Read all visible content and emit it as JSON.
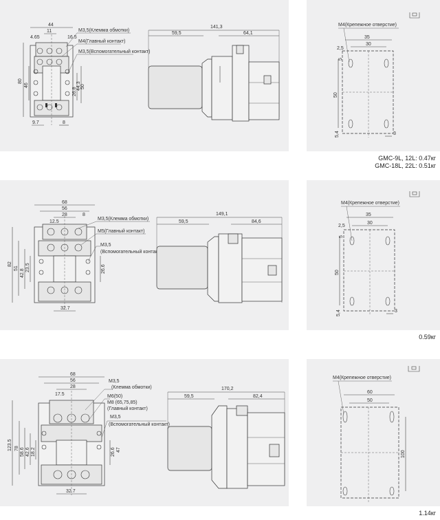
{
  "rows": [
    {
      "front": {
        "overall_width": "44",
        "top_dims": [
          "11",
          "4.65",
          "16.5"
        ],
        "labels": [
          "M3,5(Клемма обмотки)",
          "M4(Главный контакт)",
          "M3,5(Вспомогательный контакт)"
        ],
        "left_dims": [
          "80",
          "46"
        ],
        "right_dims": [
          "26.8",
          "44.3",
          "50"
        ],
        "bottom_dims": [
          "9.7",
          "8"
        ]
      },
      "side": {
        "overall": "141,3",
        "left": "59,5",
        "right": "64,1"
      },
      "mount": {
        "hole_label": "M4(Крепежное отверстие)",
        "top_dims": [
          "35",
          "30"
        ],
        "left_dims": [
          "2,5",
          "5",
          "50",
          "5,4"
        ],
        "bottom_dim": "3"
      },
      "weight_lines": [
        "GMC-9L, 12L: 0.47кг",
        "GMC-18L, 22L: 0.51кг"
      ]
    },
    {
      "front": {
        "overall_width": "68",
        "top_dims": [
          "56",
          "28",
          "8",
          "12.5"
        ],
        "labels": [
          "M3,5(Клемма обмотки)",
          "M5(Главный контакт)",
          "M3,5",
          "(Вспомогательный контакт)"
        ],
        "left_dims": [
          "82",
          "51",
          "42.8",
          "23.5"
        ],
        "right_dims": [
          "26.6"
        ],
        "bottom_dims": [
          "32.7"
        ]
      },
      "side": {
        "overall": "149,1",
        "left": "59,5",
        "right": "84,6"
      },
      "mount": {
        "hole_label": "M4(Крепежное отверстие)",
        "top_dims": [
          "35",
          "30"
        ],
        "left_dims": [
          "2,5",
          "5",
          "50",
          "5,4"
        ],
        "bottom_dim": "3"
      },
      "weight_lines": [
        "0.59кг"
      ]
    },
    {
      "front": {
        "overall_width": "68",
        "top_dims": [
          "56",
          "28",
          "17.5"
        ],
        "labels": [
          "M3,5",
          "(Клемма обмотки)",
          "M6(50)",
          "M8 (65,75,85)",
          "(Главный контакт)",
          "M3,5",
          "(Вспомогательный контакт)"
        ],
        "left_dims": [
          "123.5",
          "78",
          "58.6",
          "42.6",
          "18.2"
        ],
        "right_dims": [
          "26.6",
          "47"
        ],
        "bottom_dims": [
          "32.7"
        ]
      },
      "side": {
        "overall": "170,2",
        "left": "59,5",
        "right": "82,4"
      },
      "mount": {
        "hole_label": "M4(Крепежное отверстие)",
        "top_dims": [
          "60",
          "50"
        ],
        "left_dims": [],
        "right_dims": [
          "100"
        ],
        "bottom_dim": ""
      },
      "weight_lines": [
        "1.14кг"
      ]
    }
  ]
}
